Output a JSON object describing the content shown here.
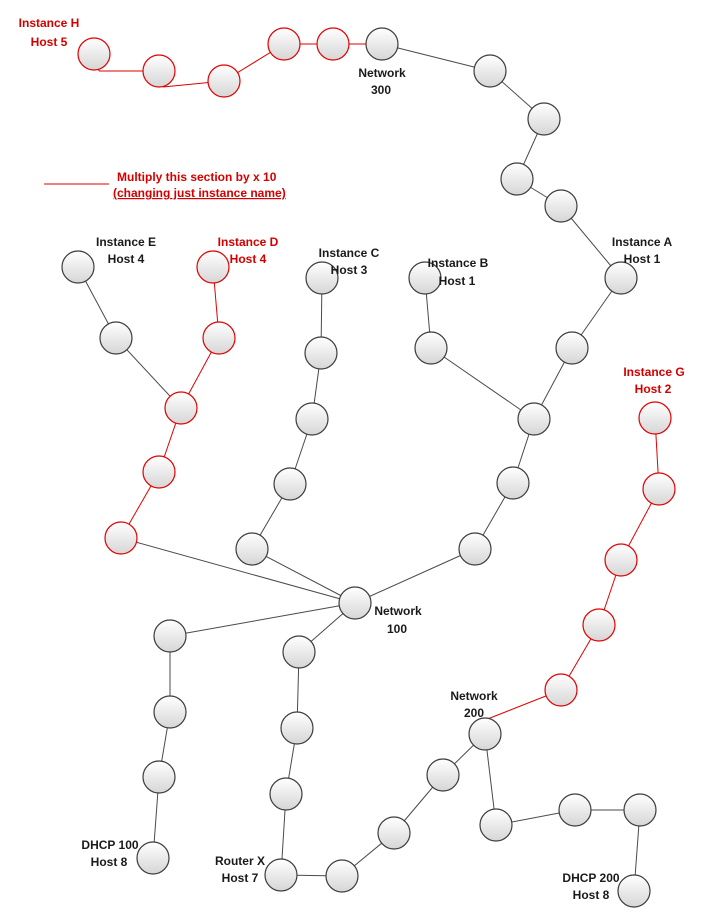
{
  "colors": {
    "default_line": "#4a4a4a",
    "highlight": "#e00000",
    "node_fill_top": "#ffffff",
    "node_fill_bottom": "#d9d9d9",
    "label_black": "#1a1a1a",
    "label_red": "#d40000"
  },
  "labels": {
    "instance_h_name": "Instance H",
    "instance_h_host": "Host 5",
    "network_300_name": "Network",
    "network_300_num": "300",
    "legend_line1": "Multiply this section by x 10",
    "legend_line2": "(changing just instance name)",
    "instance_e_name": "Instance E",
    "instance_e_host": "Host 4",
    "instance_d_name": "Instance D",
    "instance_d_host": "Host 4",
    "instance_c_name": "Instance C",
    "instance_c_host": "Host 3",
    "instance_b_name": "Instance B",
    "instance_b_host": "Host 1",
    "instance_a_name": "Instance A",
    "instance_a_host": "Host 1",
    "instance_g_name": "Instance G",
    "instance_g_host": "Host 2",
    "network_100_name": "Network",
    "network_100_num": "100",
    "network_200_name": "Network",
    "network_200_num": "200",
    "dhcp100_name": "DHCP 100",
    "dhcp100_host": "Host 8",
    "routerx_name": "Router X",
    "routerx_host": "Host 7",
    "dhcp200_name": "DHCP 200",
    "dhcp200_host": "Host 8"
  }
}
